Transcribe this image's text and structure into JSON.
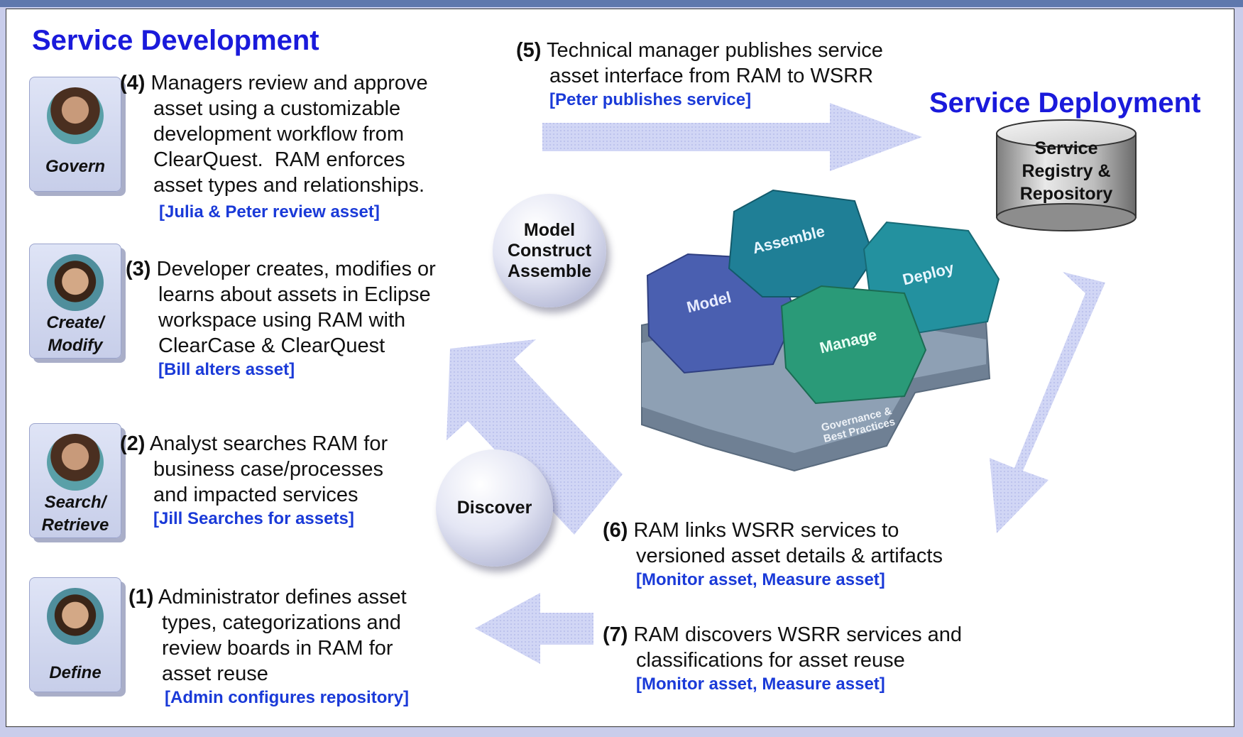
{
  "titles": {
    "development": "Service Development",
    "deployment": "Service Deployment"
  },
  "roles": [
    {
      "line1": "Govern",
      "line2": ""
    },
    {
      "line1": "Create/",
      "line2": "Modify"
    },
    {
      "line1": "Search/",
      "line2": "Retrieve"
    },
    {
      "line1": "Define",
      "line2": ""
    }
  ],
  "steps": {
    "s4": {
      "num": "(4)",
      "lines": [
        "Managers review and approve",
        "asset using a customizable",
        "development workflow from",
        "ClearQuest.  RAM enforces",
        "asset types and relationships."
      ],
      "note": "[Julia & Peter review asset]"
    },
    "s3": {
      "num": "(3)",
      "lines": [
        "Developer creates, modifies or",
        "learns about assets in Eclipse",
        "workspace using RAM with",
        "ClearCase & ClearQuest"
      ],
      "note": "[Bill alters asset]"
    },
    "s2": {
      "num": "(2)",
      "lines": [
        "Analyst searches RAM for",
        "business case/processes",
        "and impacted services"
      ],
      "note": "[Jill Searches for assets]"
    },
    "s1": {
      "num": "(1)",
      "lines": [
        "Administrator defines asset",
        "types, categorizations and",
        "review boards in RAM for",
        "asset reuse"
      ],
      "note": "[Admin configures repository]"
    },
    "s5": {
      "num": "(5)",
      "lines": [
        "Technical manager publishes service",
        "asset interface from RAM to WSRR"
      ],
      "note": "[Peter publishes service]"
    },
    "s6": {
      "num": "(6)",
      "lines": [
        "RAM links WSRR services to",
        "versioned asset details & artifacts"
      ],
      "note": "[Monitor asset, Measure asset]"
    },
    "s7": {
      "num": "(7)",
      "lines": [
        "RAM discovers WSRR services and",
        "classifications for asset reuse"
      ],
      "note": "[Monitor asset, Measure asset]"
    }
  },
  "circles": {
    "mca": [
      "Model",
      "Construct",
      "Assemble"
    ],
    "discover": "Discover"
  },
  "repository": [
    "Service",
    "Registry &",
    "Repository"
  ],
  "hexagons": {
    "model": "Model",
    "assemble": "Assemble",
    "deploy": "Deploy",
    "manage": "Manage",
    "governance1": "Governance &",
    "governance2": "Best Practices"
  },
  "colors": {
    "title_blue": "#1a1adb",
    "note_blue": "#1a3ad8",
    "arrow_fill": "#c9cff3",
    "model_hex": "#4a5fb0",
    "assemble_hex": "#1f7f96",
    "deploy_hex": "#23919f",
    "manage_hex": "#2a9a78",
    "base_hex": "#7f94a8"
  },
  "icons": [
    "block-arrow-right",
    "block-arrow-left",
    "block-arrow-up-left",
    "block-arrow-down",
    "database-cylinder",
    "person-avatar"
  ]
}
